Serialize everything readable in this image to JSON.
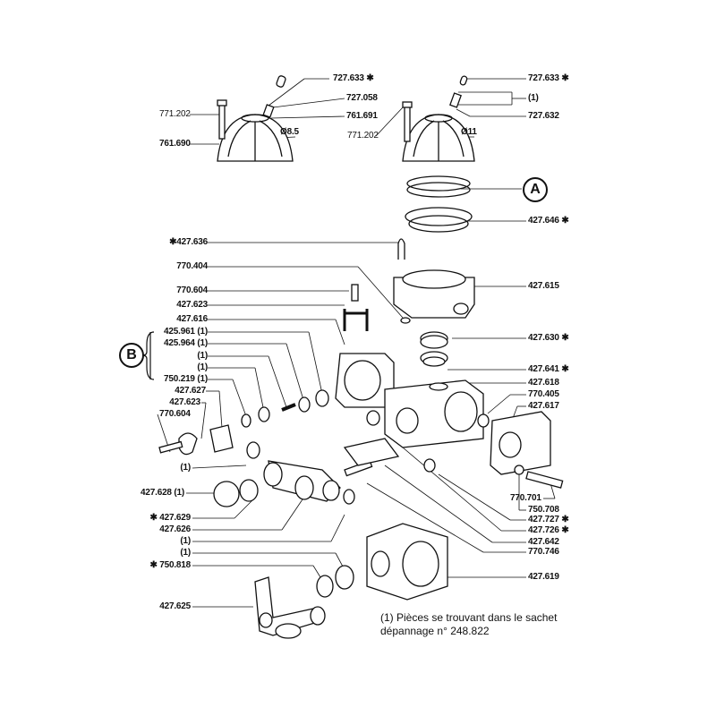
{
  "top_left": {
    "l727633": "727.633 ✱",
    "l727058": "727.058",
    "l761691": "761.691",
    "l771202": "771.202",
    "l761690": "761.690",
    "d85": "Ø8.5"
  },
  "top_right": {
    "l727633": "727.633 ✱",
    "l1": "(1)",
    "l727632": "727.632",
    "l771202": "771.202",
    "d11": "Ø11"
  },
  "callouts": {
    "a": "A",
    "b": "B"
  },
  "left_labels": [
    "✱427.636",
    "770.404",
    "770.604",
    "427.623",
    "427.616",
    "425.961 (1)",
    "425.964 (1)",
    "(1)",
    "(1)",
    "750.219 (1)",
    "427.627",
    "427.623",
    "770.604",
    "(1)",
    "427.628 (1)",
    "✱ 427.629",
    "427.626",
    "(1)",
    "(1)",
    "✱ 750.818",
    "427.625"
  ],
  "right_labels": [
    "427.646 ✱",
    "427.615",
    "427.630 ✱",
    "427.641 ✱",
    "427.618",
    "770.405",
    "427.617",
    "770.701",
    "750.708",
    "427.727 ✱",
    "427.726 ✱",
    "427.642",
    "770.746",
    "427.619"
  ],
  "note": {
    "line1": "(1) Pièces se trouvant dans le sachet",
    "line2": "dépannage n° 248.822"
  }
}
